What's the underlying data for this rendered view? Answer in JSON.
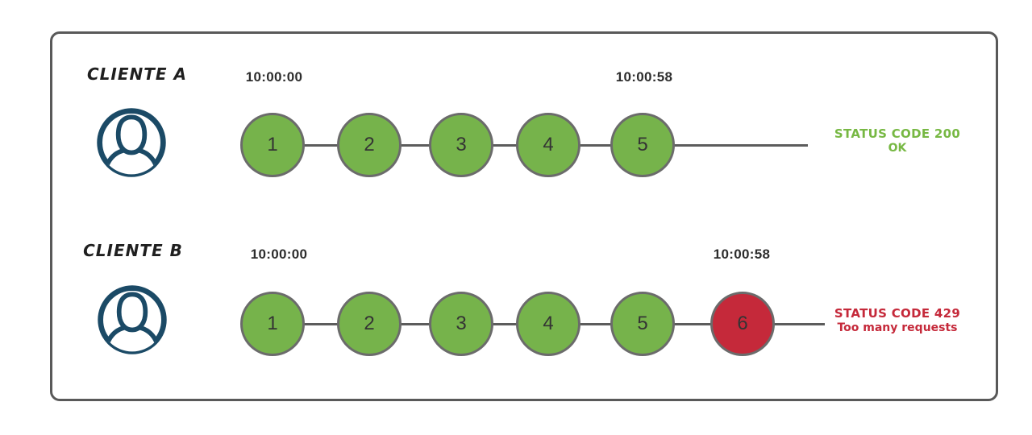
{
  "diagram": {
    "type": "rate-limit-comparison",
    "colors": {
      "request_ok": "#76b34b",
      "request_blocked": "#c5293a",
      "status_ok_text": "#77b843",
      "status_error_text": "#c5293a",
      "avatar_icon": "#1b4a66",
      "timeline_line": "#5c5c5c",
      "circle_border": "#6b6b6b",
      "frame_border": "#595959",
      "dark_text": "#2d2d2d"
    },
    "rows": [
      {
        "client_label": "CLIENTE A",
        "start_time": "10:00:00",
        "end_time": "10:00:58",
        "requests": [
          {
            "label": "1",
            "state": "ok"
          },
          {
            "label": "2",
            "state": "ok"
          },
          {
            "label": "3",
            "state": "ok"
          },
          {
            "label": "4",
            "state": "ok"
          },
          {
            "label": "5",
            "state": "ok"
          }
        ],
        "status": {
          "code_line": "STATUS CODE 200",
          "message_line": "OK"
        }
      },
      {
        "client_label": "CLIENTE B",
        "start_time": "10:00:00",
        "end_time": "10:00:58",
        "requests": [
          {
            "label": "1",
            "state": "ok"
          },
          {
            "label": "2",
            "state": "ok"
          },
          {
            "label": "3",
            "state": "ok"
          },
          {
            "label": "4",
            "state": "ok"
          },
          {
            "label": "5",
            "state": "ok"
          },
          {
            "label": "6",
            "state": "blocked"
          }
        ],
        "status": {
          "code_line": "STATUS CODE 429",
          "message_line": "Too many requests"
        }
      }
    ]
  }
}
